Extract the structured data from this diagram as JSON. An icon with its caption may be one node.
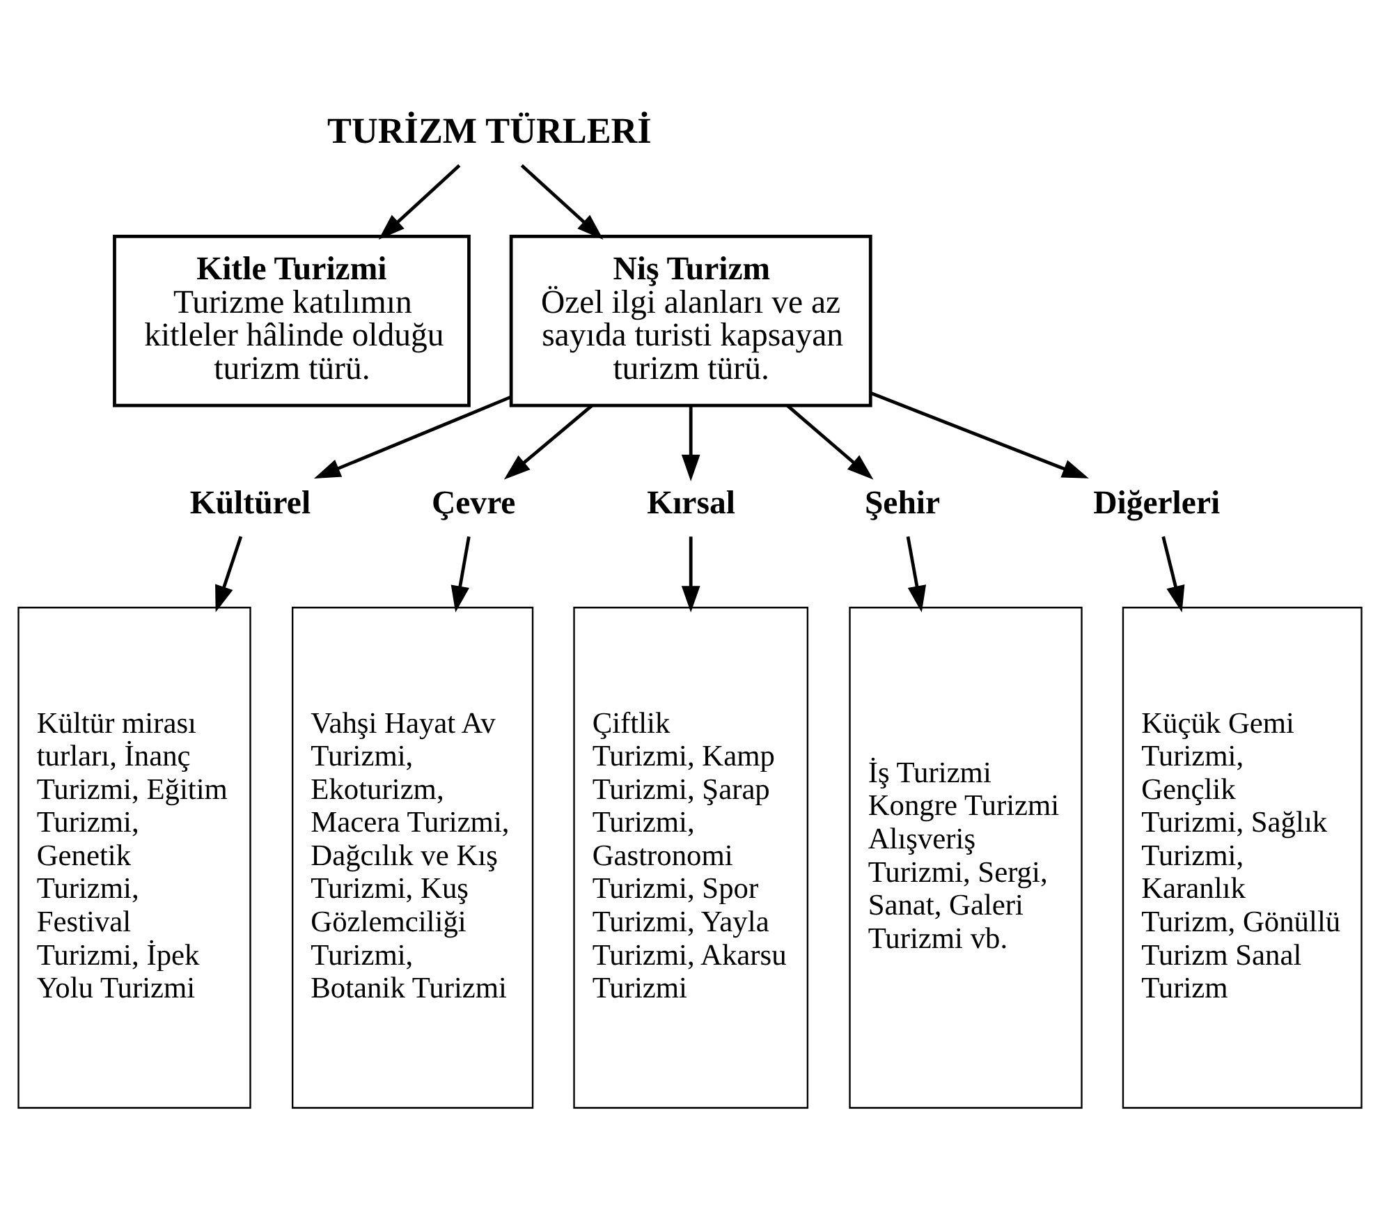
{
  "diagram": {
    "nodes": [
      {
        "text": [
          "TURİZM TÜRLERİ"
        ]
      },
      {
        "text": [
          "Kitle Turizmi",
          "Turizme katılımın kitleler hâlinde olduğu turizm türü."
        ]
      },
      {
        "text": [
          "Niş Turizm",
          "Özel ilgi alanları ve az sayıda turisti kapsayan turizm türü."
        ]
      },
      {
        "text": [
          "Kültürel"
        ]
      },
      {
        "text": [
          "Çevre"
        ]
      },
      {
        "text": [
          "Kırsal"
        ]
      },
      {
        "text": [
          "Şehir"
        ]
      },
      {
        "text": [
          "Diğerleri"
        ]
      },
      {
        "text": [
          "Kültür mirası turları, İnanç Turizmi, Eğitim Turizmi, Genetik Turizmi, Festival Turizmi, İpek Yolu Turizmi"
        ]
      },
      {
        "text": [
          "Vahşi Hayat Av Turizmi, Ekoturizm, Macera Turizmi, Dağcılık ve Kış Turizmi, Kuş Gözlemciliği Turizmi, Botanik Turizmi"
        ]
      },
      {
        "text": [
          "Çiftlik Turizmi, Kamp Turizmi, Şarap Turizmi, Gastronomi Turizmi, Spor Turizmi, Yayla Turizmi, Akarsu Turizmi"
        ]
      },
      {
        "text": [
          "İş Turizmi Kongre Turizmi Alışveriş Turizmi, Sergi, Sanat, Galeri Turizmi vb."
        ]
      },
      {
        "text": [
          "Küçük Gemi Turizmi, Gençlik Turizmi, Sağlık Turizmi, Karanlık Turizm, Gönüllü Turizm Sanal Turizm"
        ]
      }
    ],
    "edges": [
      {
        "from": 0,
        "to": 1,
        "arrow": "to"
      },
      {
        "from": 0,
        "to": 2,
        "arrow": "to"
      },
      {
        "from": 2,
        "to": 3,
        "arrow": "to"
      },
      {
        "from": 2,
        "to": 4,
        "arrow": "to"
      },
      {
        "from": 2,
        "to": 5,
        "arrow": "to"
      },
      {
        "from": 2,
        "to": 6,
        "arrow": "to"
      },
      {
        "from": 2,
        "to": 7,
        "arrow": "to"
      },
      {
        "from": 3,
        "to": 8,
        "arrow": "to"
      },
      {
        "from": 4,
        "to": 9,
        "arrow": "to"
      },
      {
        "from": 5,
        "to": 10,
        "arrow": "to"
      },
      {
        "from": 6,
        "to": 11,
        "arrow": "to"
      },
      {
        "from": 7,
        "to": 12,
        "arrow": "to"
      }
    ]
  }
}
